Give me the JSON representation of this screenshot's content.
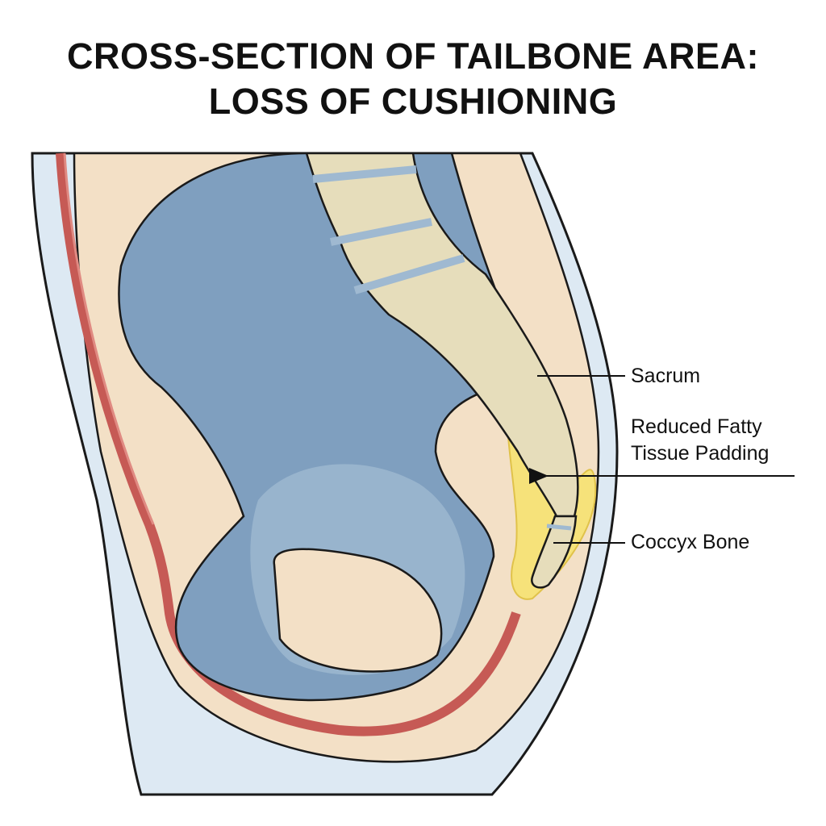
{
  "title": {
    "line1": "CROSS-SECTION OF TAILBONE AREA:",
    "line2": "LOSS OF CUSHIONING"
  },
  "labels": {
    "sacrum": "Sacrum",
    "fatty_line1": "Reduced Fatty",
    "fatty_line2": "Tissue Padding",
    "coccyx": "Coccyx Bone"
  },
  "colors": {
    "skin": "#dde9f3",
    "tissue": "#f3e0c6",
    "muscle": "#c65a55",
    "pelvis": "#7f9fbf",
    "pelvis_light": "#9fb9d1",
    "bone": "#e6ddbb",
    "fat": "#f6e27a"
  }
}
